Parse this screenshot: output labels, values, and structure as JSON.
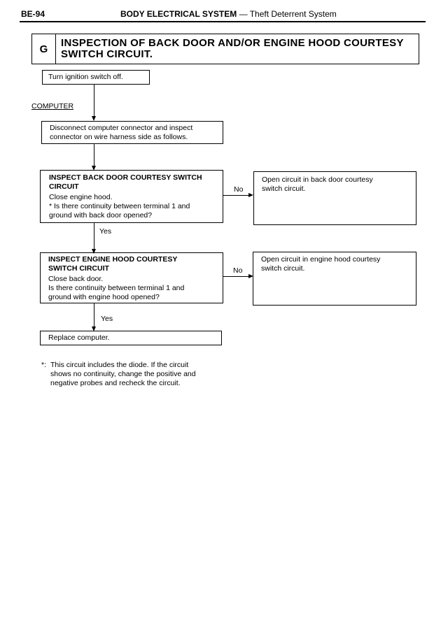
{
  "header": {
    "page_code": "BE-94",
    "section": "BODY ELECTRICAL SYSTEM",
    "separator": " — ",
    "subsection": "Theft Deterrent System"
  },
  "title_box": {
    "letter": "G",
    "title_line1": "INSPECTION OF BACK DOOR AND/OR ENGINE HOOD COURTESY",
    "title_line2": "SWITCH CIRCUIT."
  },
  "flow": {
    "start": "Turn ignition switch off.",
    "computer_label": "COMPUTER",
    "disconnect": [
      "Disconnect computer connector and inspect",
      "connector on wire harness side as follows."
    ],
    "back_door": {
      "heading": [
        "INSPECT BACK DOOR COURTESY SWITCH",
        "CIRCUIT"
      ],
      "lines": [
        "Close engine hood.",
        "* Is there continuity between terminal 1 and",
        "ground with back door opened?"
      ],
      "no_label": "No",
      "no_result": [
        "Open circuit in back door courtesy",
        "switch circuit."
      ]
    },
    "yes_label_1": "Yes",
    "engine_hood": {
      "heading": [
        "INSPECT ENGINE HOOD COURTESY",
        "SWITCH CIRCUIT"
      ],
      "lines": [
        "Close back door.",
        "Is there continuity between terminal 1 and",
        "ground with engine hood opened?"
      ],
      "no_label": "No",
      "no_result": [
        "Open circuit in engine hood courtesy",
        "switch circuit."
      ]
    },
    "yes_label_2": "Yes",
    "final": "Replace computer."
  },
  "footnote": {
    "mark": "*:",
    "lines": [
      "This circuit includes the diode. If the circuit",
      "shows no continuity, change the positive and",
      "negative probes and recheck the circuit."
    ]
  }
}
